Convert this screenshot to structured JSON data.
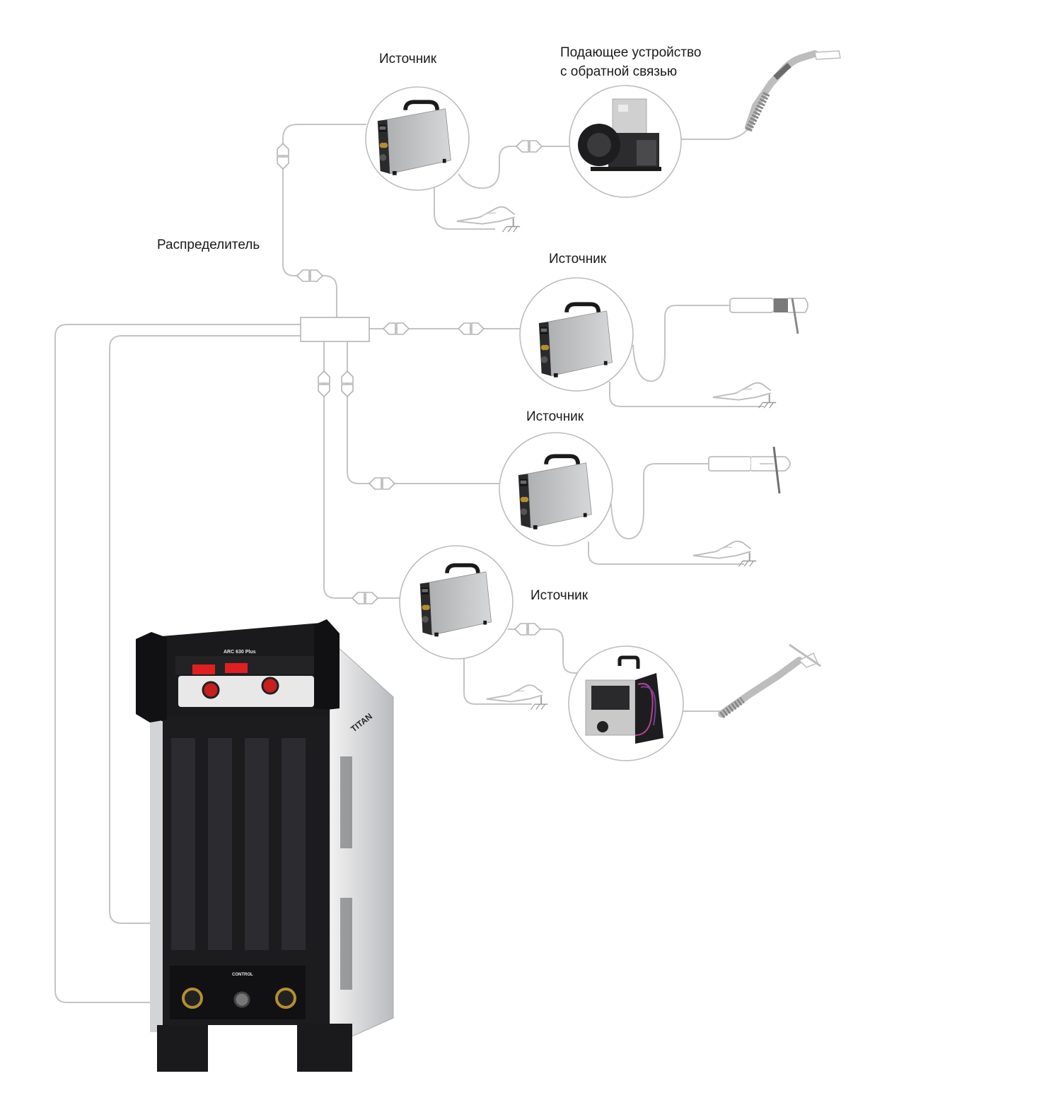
{
  "labels": {
    "source_top": "Источник",
    "feeder_feedback": "Подающее устройство\nс обратной связью",
    "distributor": "Распределитель",
    "source_mid1": "Источник",
    "source_mid2": "Источник",
    "source_bottom": "Источник"
  },
  "main_unit": {
    "brand": "TITAN",
    "model": "ARC 630 Plus",
    "control_label": "CONTROL",
    "display_color": "#e02020"
  },
  "colors": {
    "cable": "#c4c4c4",
    "circle_outline": "#bdbdbd",
    "unit_body": "#1c1c1f",
    "unit_side": "#d9dadc",
    "mini_source_body": "#c8c8c8"
  }
}
